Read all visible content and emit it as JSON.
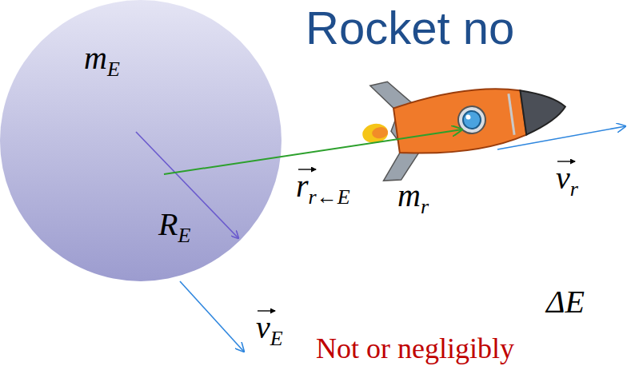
{
  "diagram": {
    "title": "Rocket no",
    "nodes": [
      {
        "text": [
          "mE",
          "RE"
        ]
      }
    ],
    "labels": [
      "rr←E",
      "mr",
      "vr",
      "vE",
      "ΔE",
      "Not or negligibly"
    ]
  }
}
